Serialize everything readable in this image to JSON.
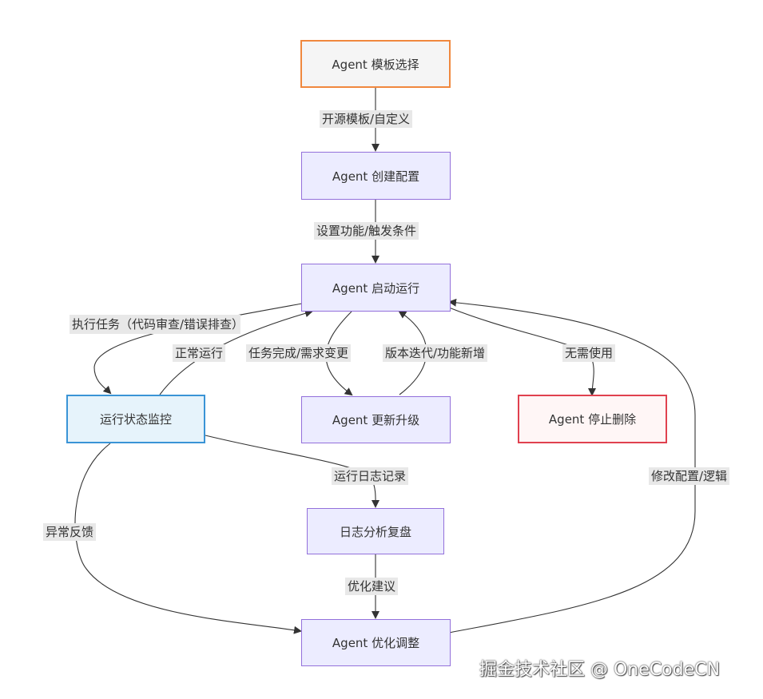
{
  "nodes": {
    "template_select": "Agent 模板选择",
    "create_config": "Agent 创建配置",
    "start_run": "Agent 启动运行",
    "monitor": "运行状态监控",
    "update_upgrade": "Agent 更新升级",
    "stop_delete": "Agent 停止删除",
    "log_analysis": "日志分析复盘",
    "optimize": "Agent 优化调整"
  },
  "edges": {
    "open_template": "开源模板/自定义",
    "set_function": "设置功能/触发条件",
    "execute_task": "执行任务（代码审查/错误排查）",
    "normal_run": "正常运行",
    "task_done": "任务完成/需求变更",
    "version_iter": "版本迭代/功能新增",
    "no_need": "无需使用",
    "run_log": "运行日志记录",
    "exception_feedback": "异常反馈",
    "modify_config": "修改配置/逻辑",
    "optimize_suggest": "优化建议"
  },
  "watermark": "掘金技术社区 @ OneCodeCN",
  "colors": {
    "node_fill": "#ECECFF",
    "node_stroke": "#9370DB",
    "start_stroke": "#f0883e",
    "monitor_fill": "#e6f3fb",
    "monitor_stroke": "#3a94d6",
    "stop_fill": "#fff6f6",
    "stop_stroke": "#e0414f",
    "label_bg": "#e8e8e8",
    "edge": "#333333"
  }
}
